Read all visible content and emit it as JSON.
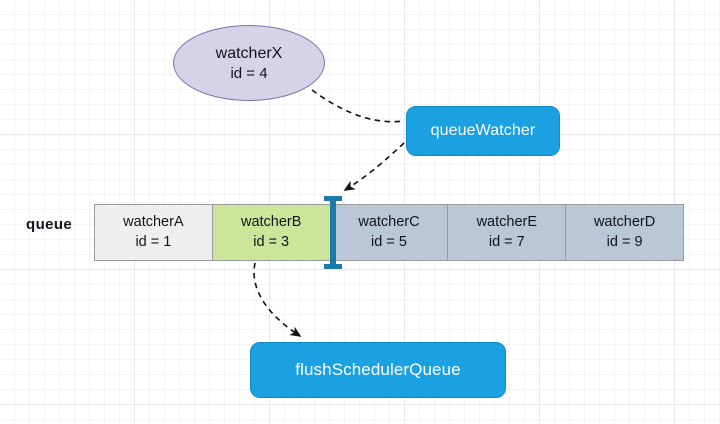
{
  "diagram": {
    "title": "Vue scheduler queue flush diagram",
    "background": "#ffffff",
    "accent_blue": "#1ba1e2",
    "ellipse_fill": "#d6d2e8",
    "green_fill": "#cbe69b",
    "blue_grey_fill": "#b9c7d7",
    "grey_fill": "#efefef",
    "marker_color": "#1c79a8"
  },
  "watcher_x": {
    "name": "watcherX",
    "id_text": "id = 4"
  },
  "queue_watcher": {
    "label": "queueWatcher"
  },
  "flush_scheduler": {
    "label": "flushSchedulerQueue"
  },
  "queue": {
    "label": "queue",
    "cells": [
      {
        "name": "watcherA",
        "id_text": "id = 1",
        "fill": "grey"
      },
      {
        "name": "watcherB",
        "id_text": "id = 3",
        "fill": "green"
      },
      {
        "name": "watcherC",
        "id_text": "id = 5",
        "fill": "blue"
      },
      {
        "name": "watcherE",
        "id_text": "id = 7",
        "fill": "blue"
      },
      {
        "name": "watcherD",
        "id_text": "id = 9",
        "fill": "blue"
      }
    ],
    "insert_marker": "cursor-after-watcherB"
  },
  "connectors": [
    {
      "name": "watcherX-to-queueWatcher",
      "style": "dashed",
      "arrowhead": false
    },
    {
      "name": "queueWatcher-to-queue-insert-point",
      "style": "dashed",
      "arrowhead": true
    },
    {
      "name": "watcherB-to-flushSchedulerQueue",
      "style": "dashed",
      "arrowhead": true
    }
  ]
}
